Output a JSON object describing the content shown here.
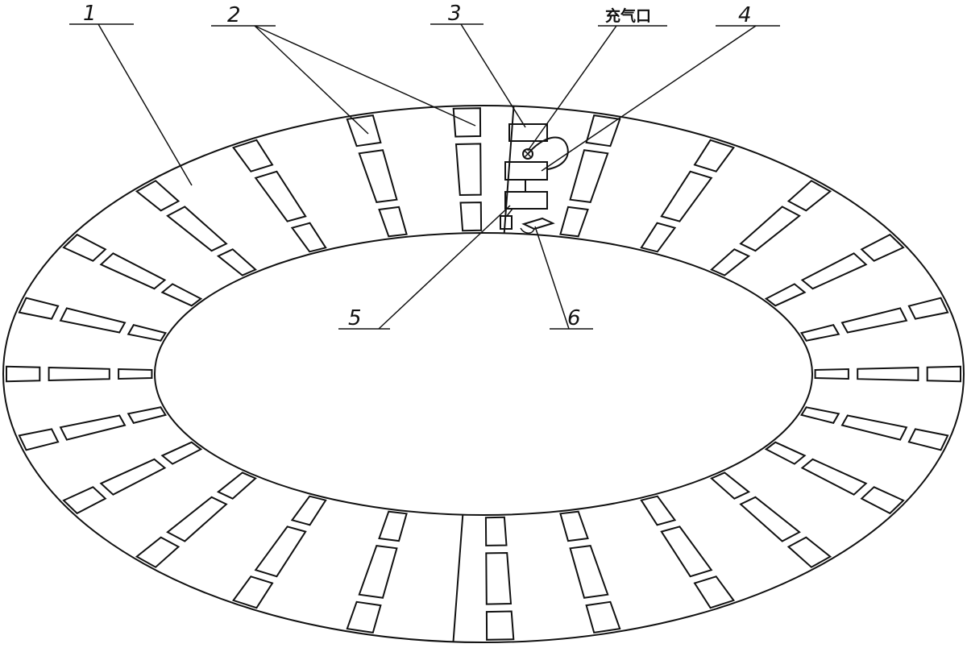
{
  "colors": {
    "stroke": "#111111",
    "background": "#ffffff"
  },
  "labels": {
    "part1": "1",
    "part2": "2",
    "part3": "3",
    "inflation_port": "充气口",
    "part4": "4",
    "part5": "5",
    "part6": "6"
  }
}
